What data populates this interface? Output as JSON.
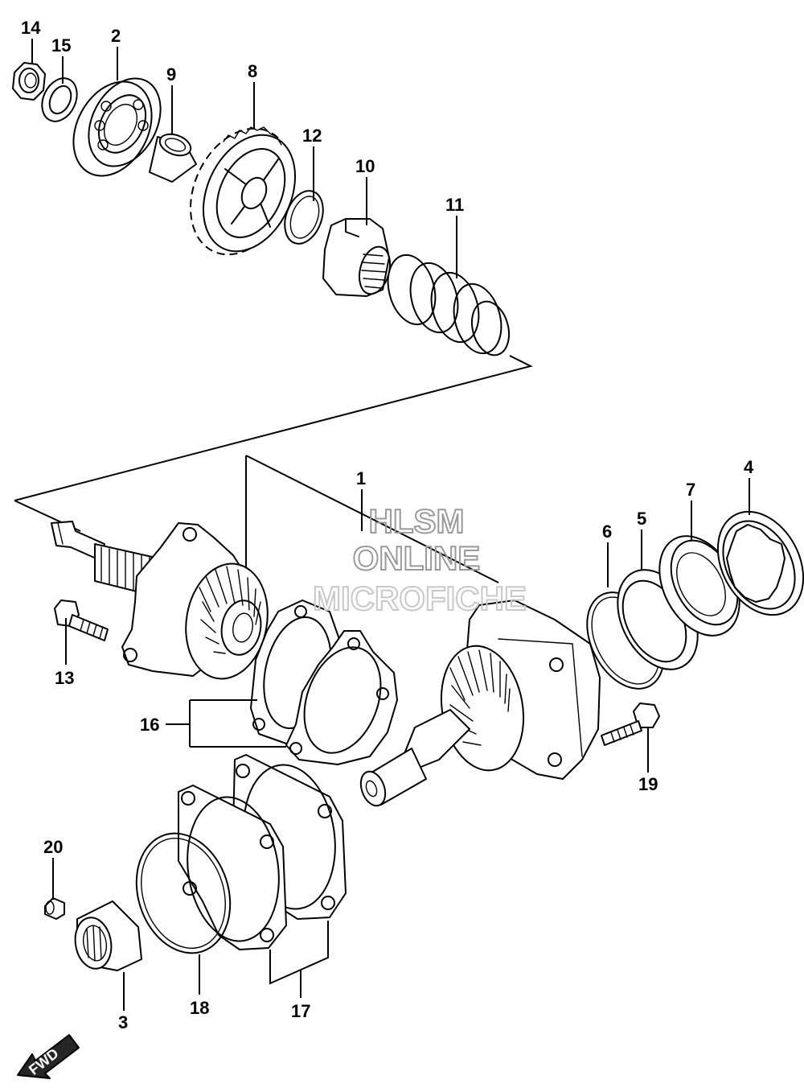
{
  "watermark": {
    "line1": "HLSM",
    "line2": "ONLINE",
    "line3": "MICROFICHE"
  },
  "part_labels": {
    "p1": "1",
    "p2": "2",
    "p3": "3",
    "p4": "4",
    "p5": "5",
    "p6": "6",
    "p7": "7",
    "p8": "8",
    "p9": "9",
    "p10": "10",
    "p11": "11",
    "p12": "12",
    "p13": "13",
    "p14": "14",
    "p15": "15",
    "p16": "16",
    "p17": "17",
    "p18": "18",
    "p19": "19",
    "p20": "20"
  },
  "fwd_badge": "FWD",
  "colors": {
    "line": "#000000",
    "watermark": "#9a9a9a",
    "background": "#ffffff"
  }
}
